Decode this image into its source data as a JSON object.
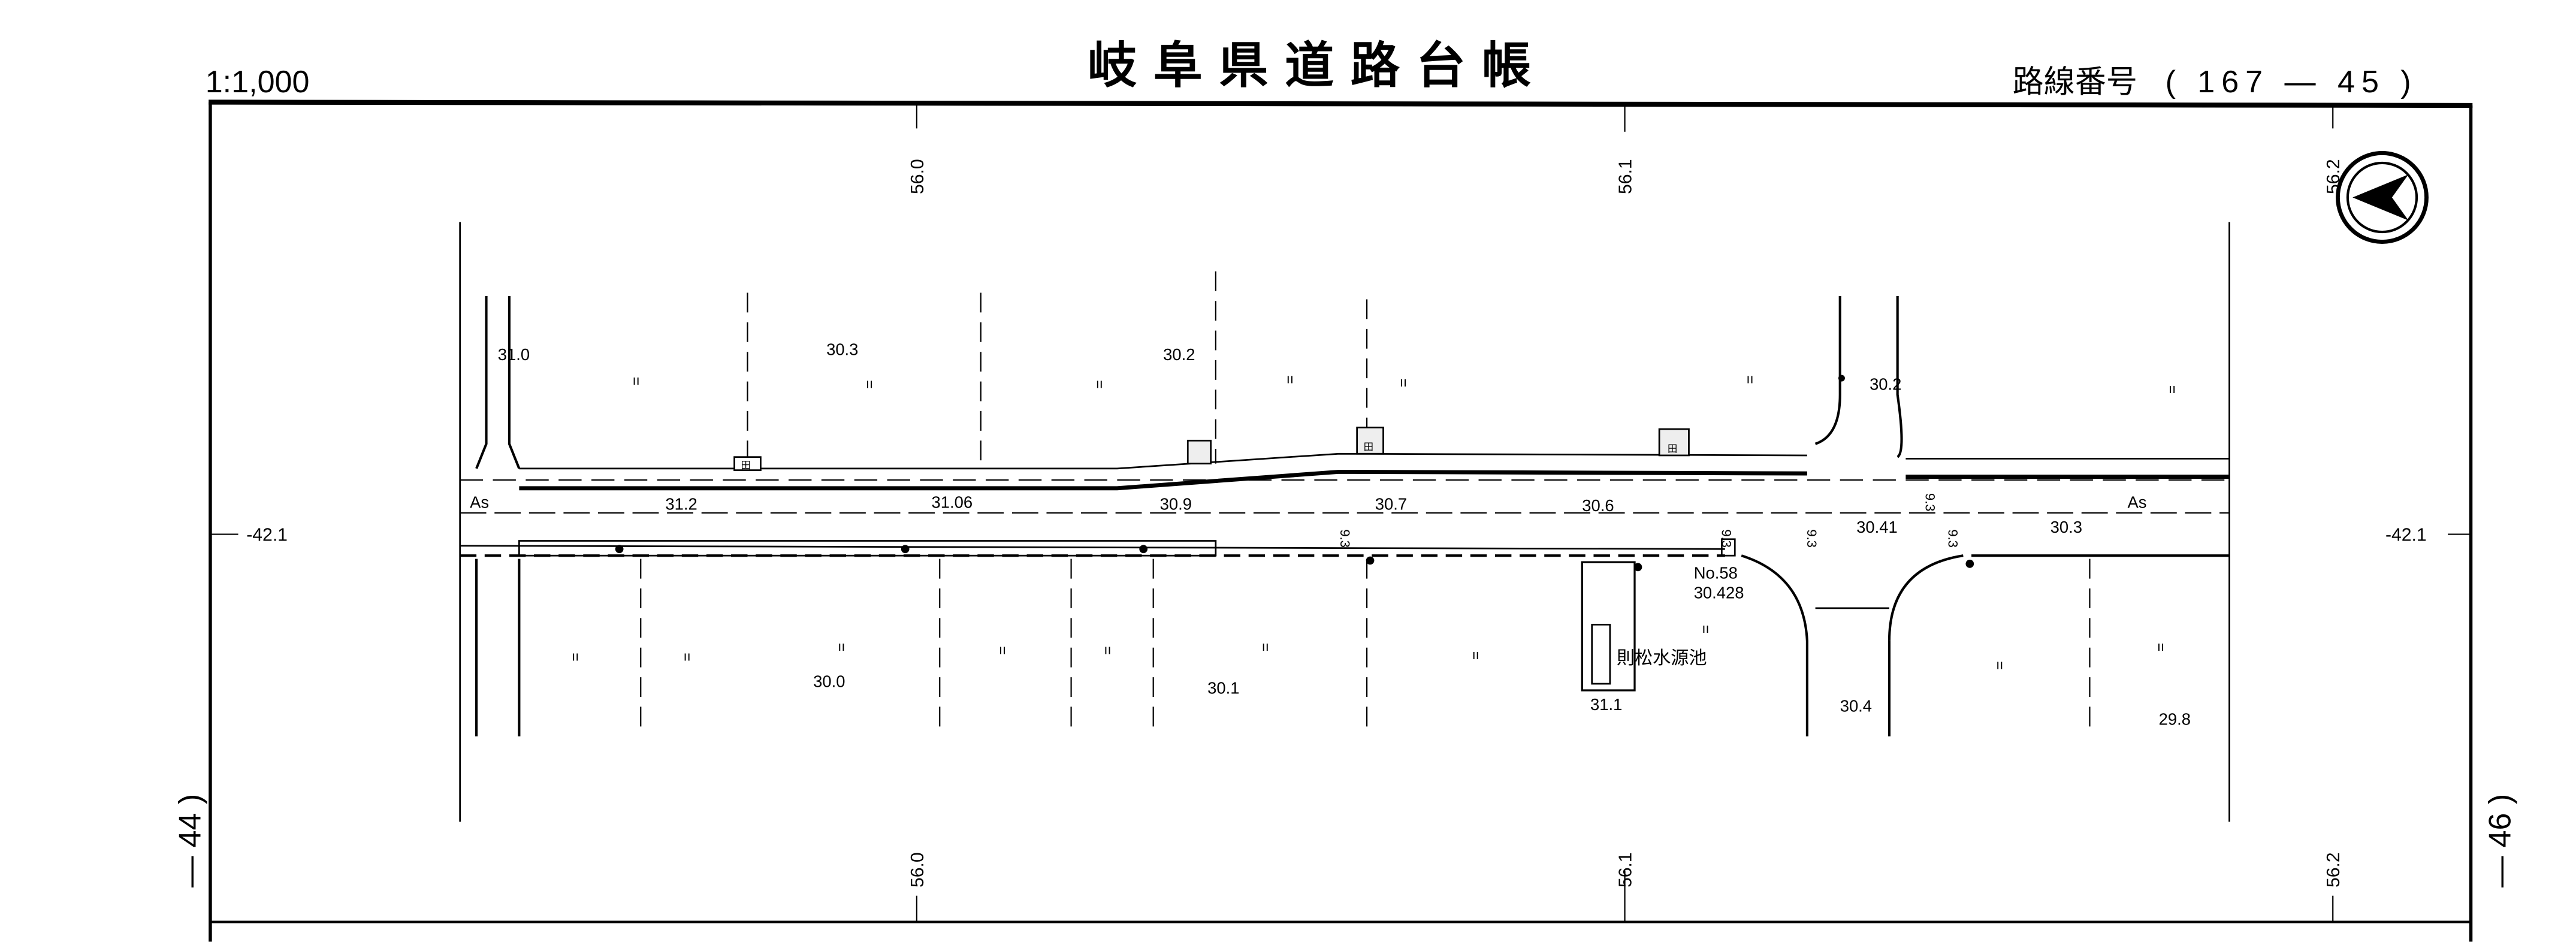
{
  "header": {
    "scale": "1:1,000",
    "title": "岐阜県道路台帳",
    "route_label": "路線番号",
    "route_number": "( 167 — 45 )"
  },
  "sheet": {
    "left_index": "— 44 )",
    "right_index": "— 46 )"
  },
  "grid": {
    "x_labels": [
      "56.0",
      "56.1",
      "56.2"
    ],
    "y_label": "-42.1"
  },
  "map": {
    "surface_label": "As",
    "elevations": [
      "31.0",
      "30.3",
      "30.2",
      "30.2",
      "31.2",
      "31.06",
      "30.9",
      "30.7",
      "30.6",
      "30.41",
      "30.3",
      "30.0",
      "30.1",
      "31.1",
      "30.4",
      "29.8"
    ],
    "width_label": "9.3",
    "station": "No.58",
    "station_elevation": "30.428",
    "place_name": "則松水源池",
    "land_mark": "ıı",
    "building_mark": "田"
  },
  "north_arrow": "north-arrow"
}
